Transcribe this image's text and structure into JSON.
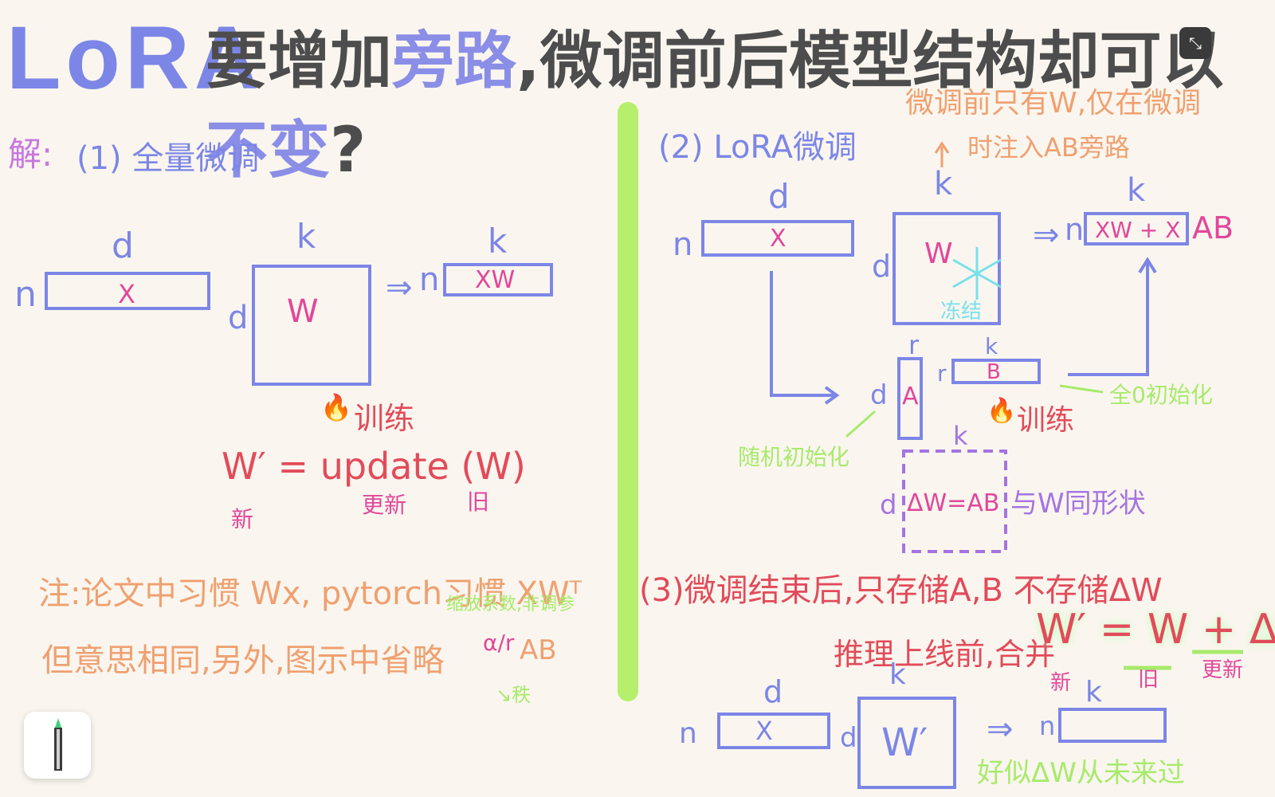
{
  "title": {
    "lora": "LoRA",
    "part1": "要增加",
    "part_blue1": "旁路",
    "part2": ",微调前后模型结构却可以",
    "part_blue2": "不变",
    "part3": "?"
  },
  "colors": {
    "blue": "#7c86e6",
    "pink": "#e2479a",
    "red": "#e24b5a",
    "orange": "#f0a070",
    "green": "#a8ea6c",
    "purple": "#a574e2",
    "gray": "#4d4d4d",
    "cyan": "#7ae0ea"
  },
  "left": {
    "jie": "解:",
    "heading": "(1) 全量微调",
    "x_dim_top": "d",
    "x_dim_left": "n",
    "x_label": "X",
    "w_dim_top": "k",
    "w_dim_left": "d",
    "w_label": "W",
    "arrow": "⇒",
    "out_dim_top": "k",
    "out_dim_left": "n",
    "out_label": "XW",
    "train_icon": "🔥",
    "train": "训练",
    "formula": "W′ = update (W)",
    "new_label": "新",
    "update_label": "更新",
    "old_label": "旧",
    "note1": "注:论文中习惯 Wx, pytorch习惯 XWᵀ",
    "note2": "但意思相同,另外,图示中省略",
    "alpha_frac": "α/r",
    "ab": "AB",
    "scale_note": "缩放系数,非调参",
    "rank_note": "↘秩"
  },
  "right": {
    "heading": "(2) LoRA微调",
    "note_top1": "微调前只有W,仅在微调",
    "note_top2": "时注入AB旁路",
    "x_dim_top": "d",
    "x_dim_left": "n",
    "x_label": "X",
    "w_dim_top": "k",
    "w_dim_left": "d",
    "w_label": "W",
    "frozen": "冻结",
    "out_dim_top": "k",
    "out_dim_left": "n",
    "out_label": "XW + X",
    "out_ab": "AB",
    "a_label": "A",
    "a_dim_top": "r",
    "a_dim_left": "d",
    "b_label": "B",
    "b_dim_top": "k",
    "b_dim_left": "r",
    "zero_init": "全0初始化",
    "random_init": "随机初始化",
    "train": "训练",
    "dw_dim_top": "k",
    "dw_dim_left": "d",
    "dw_label": "ΔW=AB",
    "same_shape": "与W同形状",
    "step3": "(3)微调结束后,只存储A,B 不存储ΔW",
    "merge_prefix": "推理上线前,合并",
    "merge_formula": "W′ = W + ΔW",
    "new_label": "新",
    "old_label": "旧",
    "update_label": "更新",
    "bx_dim_top": "d",
    "bx_dim_left": "n",
    "bx_label": "X",
    "bw_dim_top": "k",
    "bw_dim_left": "d",
    "bw_label": "W′",
    "bout_dim_top": "k",
    "bout_dim_left": "n",
    "bottom_note": "好似ΔW从未来过"
  },
  "ui": {
    "exit_icon": "collapse-icon",
    "pen_tool": "pen-tool-icon"
  }
}
